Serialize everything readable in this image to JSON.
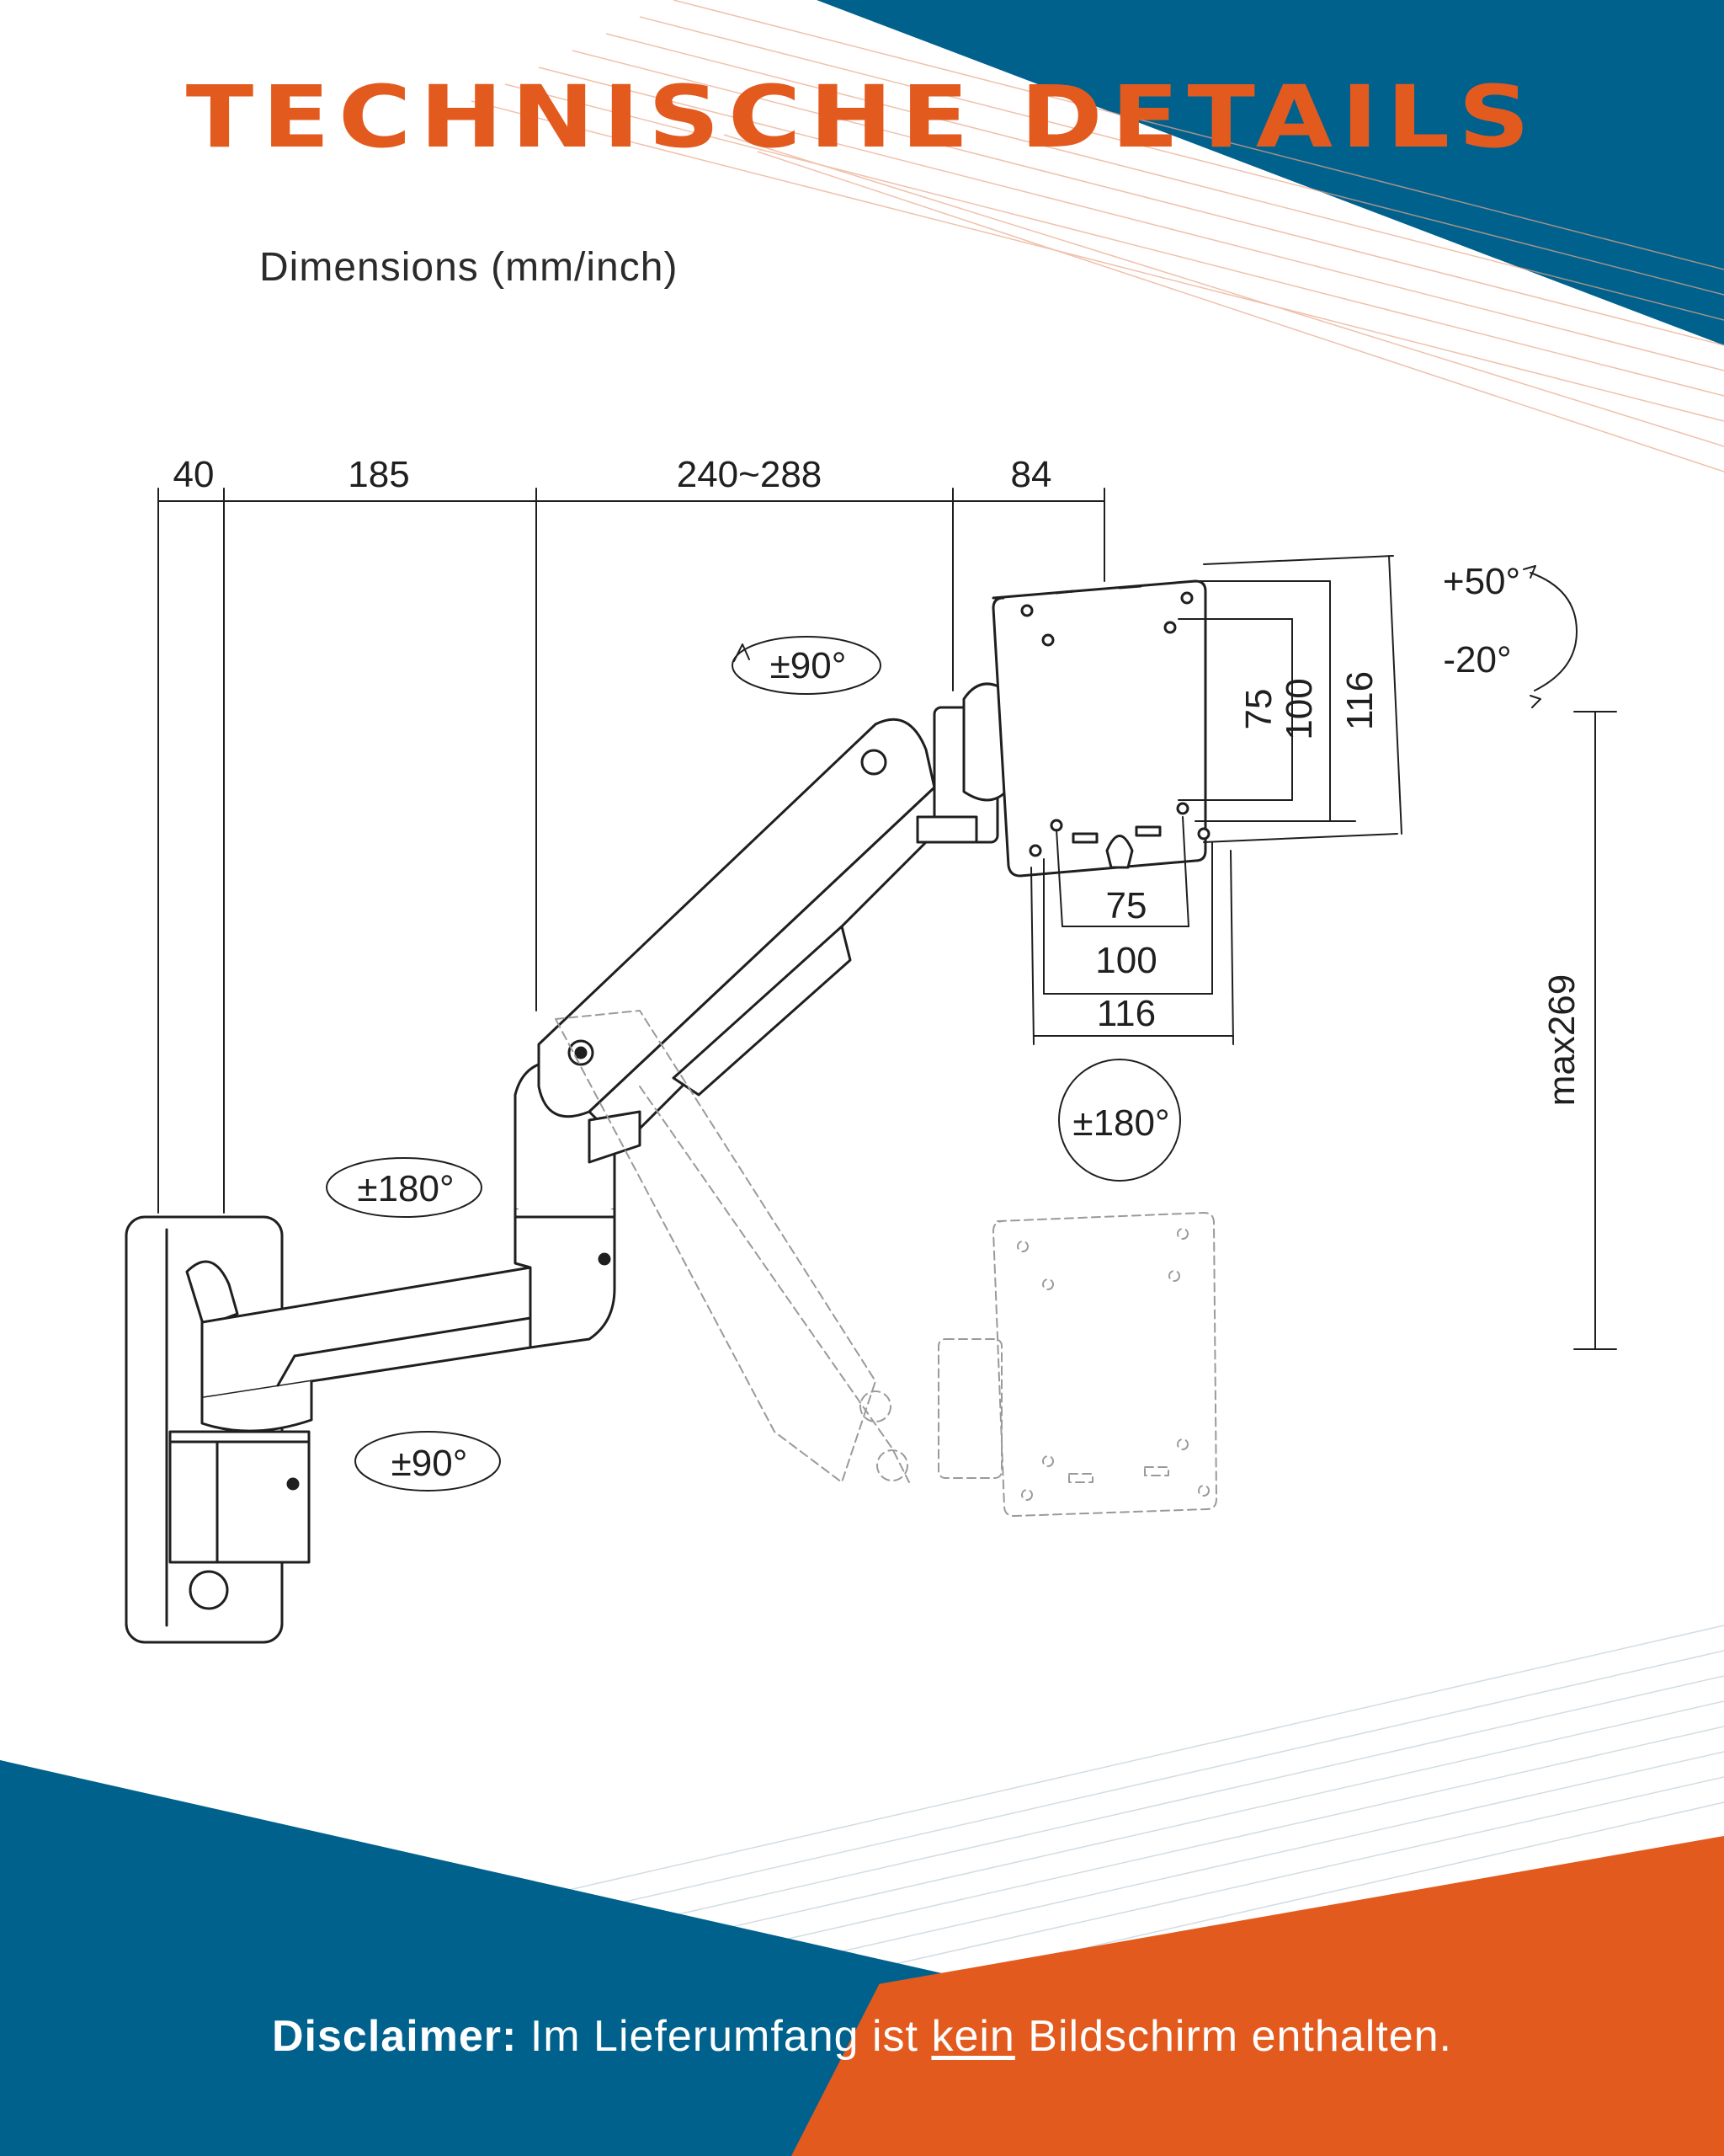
{
  "header": {
    "title": "TECHNISCHE DETAILS",
    "subtitle": "Dimensions (mm/inch)"
  },
  "dimensions": {
    "top": [
      "40",
      "185",
      "240~288",
      "84"
    ],
    "plate_height": [
      "75",
      "100",
      "116"
    ],
    "plate_width": [
      "75",
      "100",
      "116"
    ],
    "max_height": "max269"
  },
  "rotations": {
    "tilt_up": "+50°",
    "tilt_down": "-20°",
    "swivel_head": "±90°",
    "rotate_plate": "±180°",
    "swivel_mid": "±180°",
    "swivel_base": "±90°"
  },
  "footer": {
    "label": "Disclaimer:",
    "text_before": " Im Lieferumfang ist ",
    "emphasis": "kein",
    "text_after": " Bildschirm enthalten."
  },
  "colors": {
    "orange": "#e35a1f",
    "blue": "#00618d",
    "line": "#1f1f1f"
  }
}
